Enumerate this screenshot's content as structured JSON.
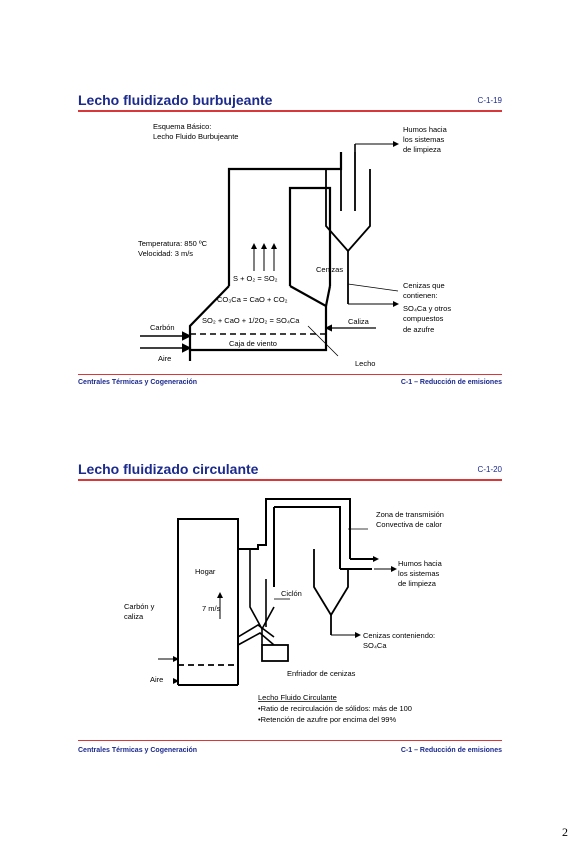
{
  "slide1": {
    "title": "Lecho fluidizado burbujeante",
    "code": "C-1-19",
    "diagram": {
      "esquema_1": "Esquema Básico:",
      "esquema_2": "Lecho Fluido Burbujeante",
      "humos_1": "Humos hacia",
      "humos_2": "los sistemas",
      "humos_3": "de limpieza",
      "temp": "Temperatura: 850 ºC",
      "vel": "Velocidad: 3 m/s",
      "reaction1": "S + O₂ = SO₂",
      "reaction2": "CO₃Ca = CaO + CO₂",
      "reaction3": "SO₂ + CaO + 1/2O₂ = SO₄Ca",
      "cenizas": "Cenizas",
      "cq_1": "Cenizas que",
      "cq_2": "contienen:",
      "cq_3": "SO₄Ca y otros",
      "cq_4": "compuestos",
      "cq_5": "de azufre",
      "carbon": "Carbón",
      "caliza": "Caliza",
      "caja": "Caja de viento",
      "aire": "Aire",
      "lecho": "Lecho"
    },
    "footer_left": "Centrales Térmicas y Cogeneración",
    "footer_right": "C-1  –  Reducción de emisiones"
  },
  "slide2": {
    "title": "Lecho fluidizado circulante",
    "code": "C-1-20",
    "diagram": {
      "zona_1": "Zona de transmisión",
      "zona_2": "Convectiva de calor",
      "humos_1": "Humos hacia",
      "humos_2": "los sistemas",
      "humos_3": "de limpieza",
      "hogar": "Hogar",
      "velocidad": "7 m/s",
      "ciclon": "Ciclón",
      "carbon_1": "Carbón y",
      "carbon_2": "caliza",
      "cenizas_1": "Cenizas conteniendo:",
      "cenizas_2": "SO₄Ca",
      "enfriador": "Enfriador de cenizas",
      "aire": "Aire",
      "notes_title": "Lecho Fluido Circulante",
      "note1": "•Ratio de recirculación de sólidos: más de 100",
      "note2": "•Retención de azufre por encima del 99%"
    },
    "footer_left": "Centrales Térmicas y Cogeneración",
    "footer_right": "C-1  –  Reducción de emisiones"
  },
  "page_number": "2"
}
